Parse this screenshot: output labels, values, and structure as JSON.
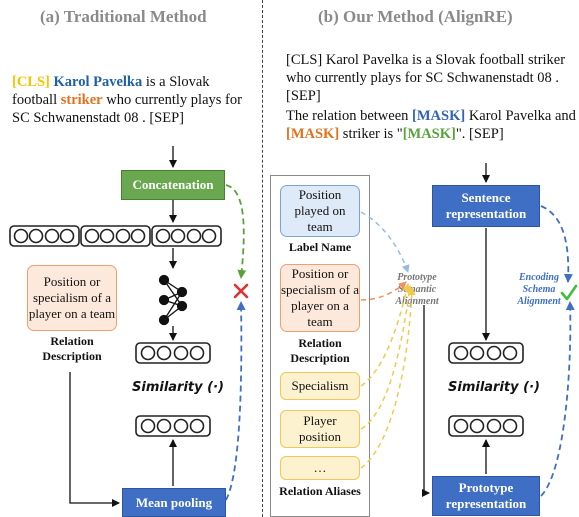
{
  "left": {
    "title": "(a) Traditional Method",
    "input": {
      "cls": "[CLS]",
      "head": "Karol Pavelka",
      "mid1": " is a Slovak football ",
      "tail": "striker",
      "mid2": " who currently plays for SC Schwanenstadt 08 . [SEP]"
    },
    "concat_label": "Concatenation",
    "desc_box": "Position or specialism of a player on a team",
    "desc_label": "Relation Description",
    "similarity": "Similarity (·)",
    "pool_label": "Mean pooling",
    "mismatch_icon": "cross-icon"
  },
  "right": {
    "title": "(b) Our Method (AlignRE)",
    "sentence": "[CLS] Karol Pavelka is a Slovak football striker who currently plays for SC Schwanenstadt 08 . [SEP]",
    "template": {
      "p1": "The relation between ",
      "m1": "[MASK]",
      "p2": " Karol Pavelka and ",
      "m2": "[MASK]",
      "p3": " striker is \"",
      "m3": "[MASK]",
      "p4": "\". [SEP]"
    },
    "label_box": "Position played on team",
    "label_name": "Label Name",
    "desc_box": "Position or specialism of a player on a team",
    "desc_label": "Relation Description",
    "aliases": [
      "Specialism",
      "Player position",
      "…"
    ],
    "aliases_label": "Relation Aliases",
    "psa_note": "Prototype Semantic Alignment",
    "esa_note": "Encoding Schema Alignment",
    "sent_repr": "Sentence representation",
    "similarity": "Similarity (·)",
    "proto_repr": "Prototype representation",
    "match_icon": "check-icon"
  },
  "colors": {
    "green": "#6aa84f",
    "blue": "#3f6fc4",
    "orange": "#e2711d",
    "yellow": "#f5c400",
    "red": "#e03030"
  }
}
